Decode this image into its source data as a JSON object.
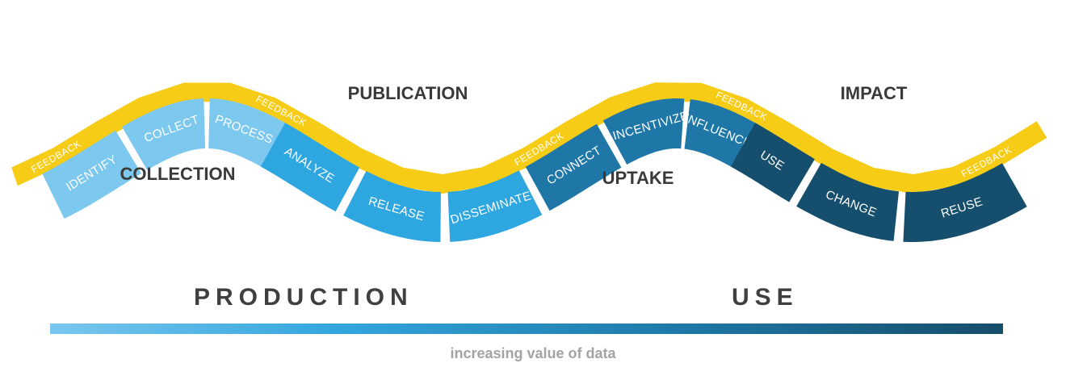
{
  "stages": {
    "identify": "IDENTIFY",
    "collect": "COLLECT",
    "process": "PROCESS",
    "analyze": "ANALYZE",
    "release": "RELEASE",
    "disseminate": "DISSEMINATE",
    "connect": "CONNECT",
    "incentivize": "INCENTIVIZE",
    "influence": "INFLUENCE",
    "use": "USE",
    "change": "CHANGE",
    "reuse": "REUSE"
  },
  "feedback_label": "FEEDBACK",
  "phases": {
    "collection": "COLLECTION",
    "publication": "PUBLICATION",
    "uptake": "UPTAKE",
    "impact": "IMPACT"
  },
  "axis": {
    "production": "PRODUCTION",
    "use": "USE",
    "caption": "increasing value of data"
  },
  "colors": {
    "feedback_band": "#f6cc16",
    "collection": "#7dc8ef",
    "publication": "#2ea6df",
    "uptake": "#1f77a7",
    "impact": "#164f6d"
  }
}
